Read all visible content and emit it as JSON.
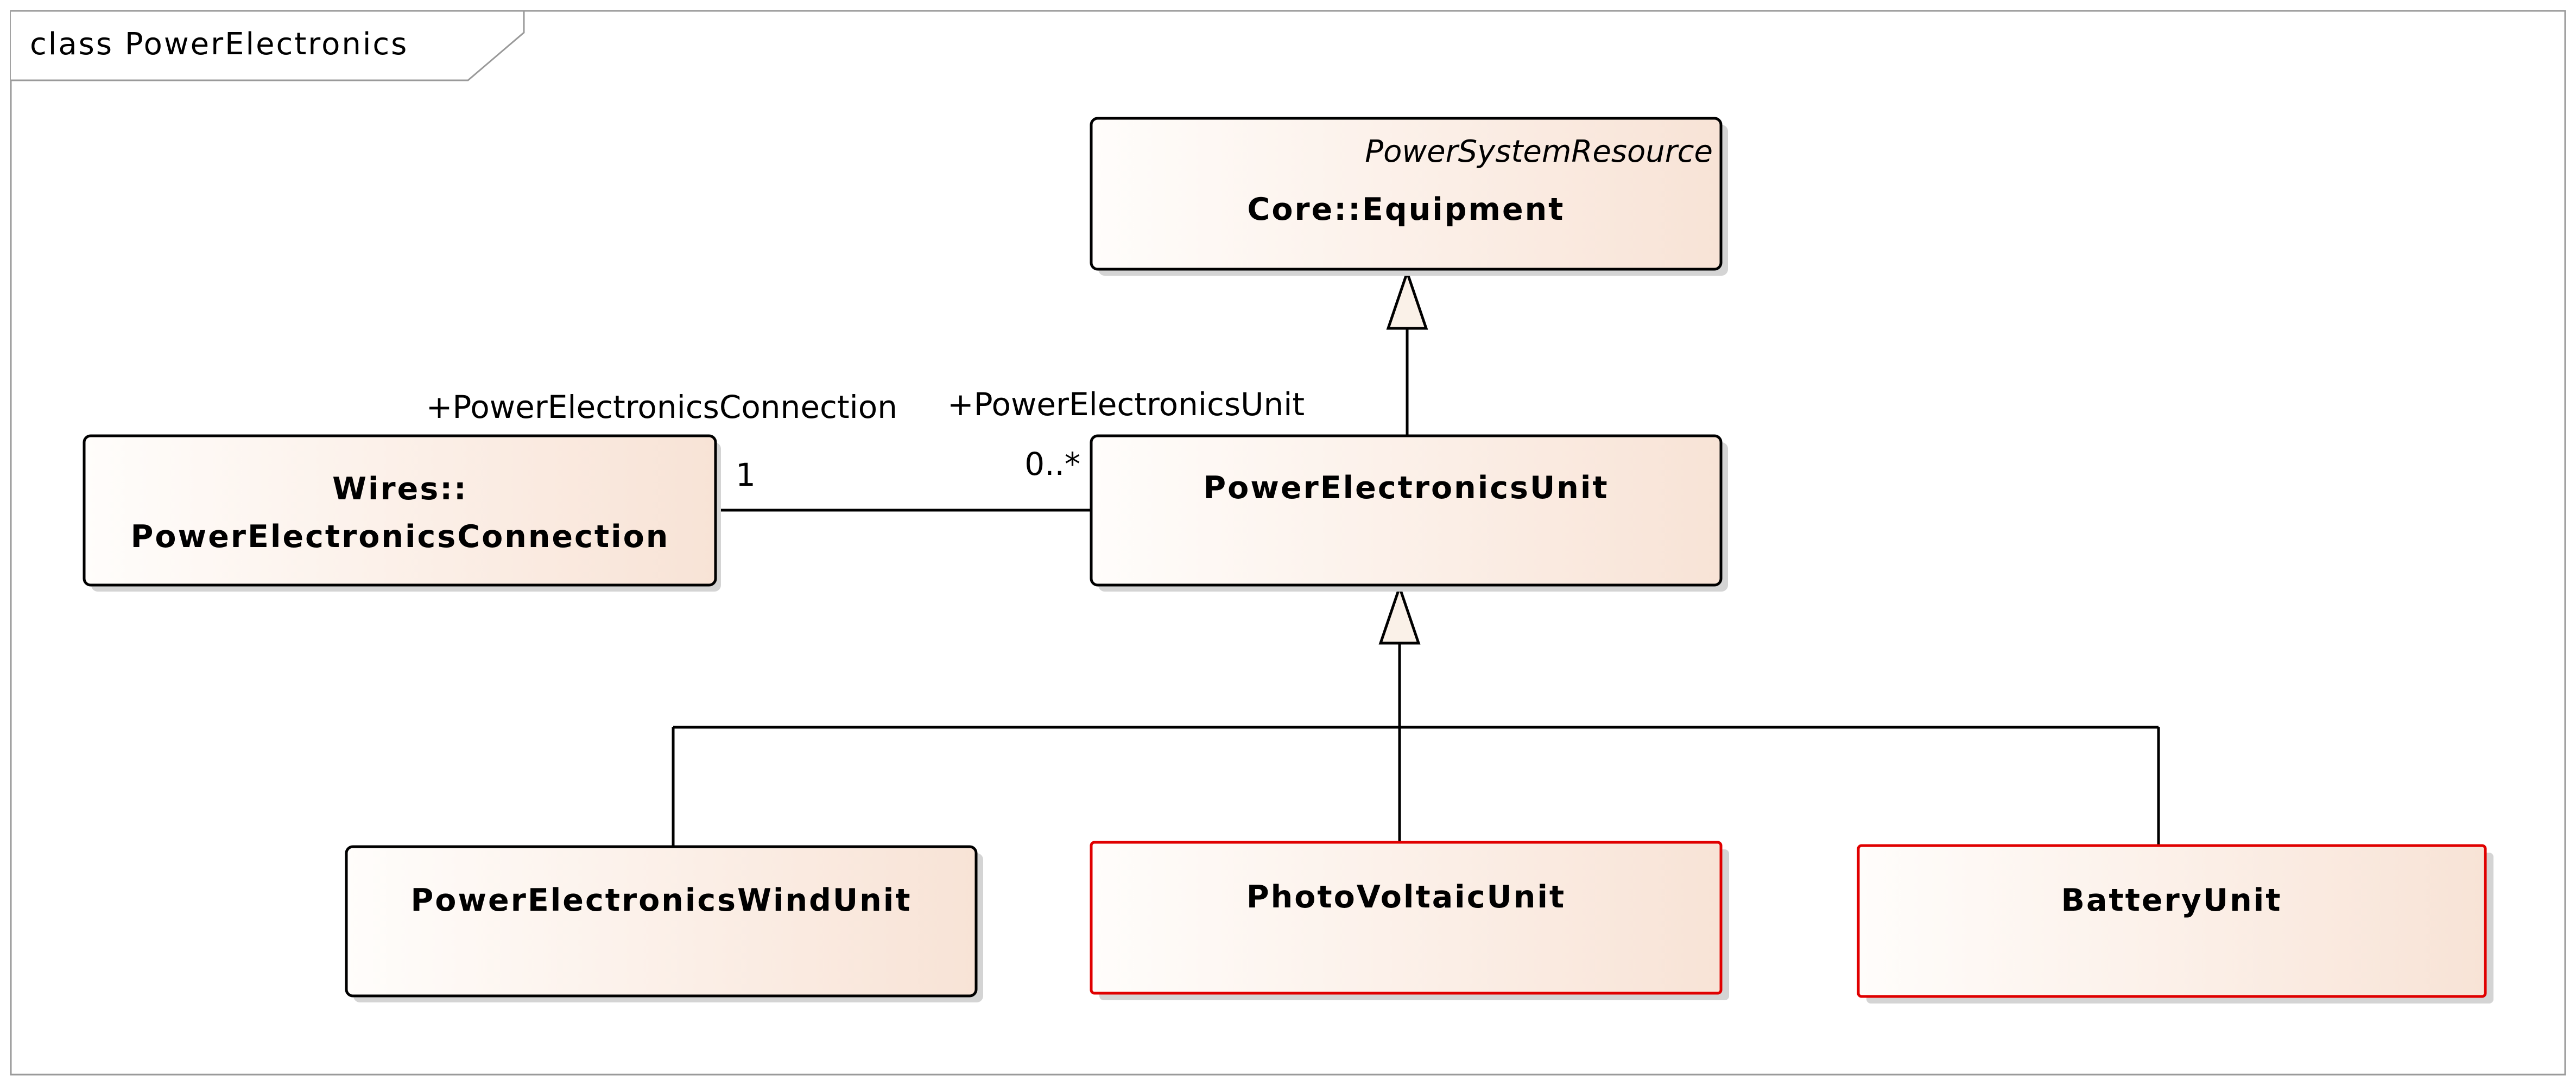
{
  "diagram": {
    "frame_title": "class PowerElectronics",
    "colors": {
      "box_border": "#000000",
      "selected_border": "#e00000",
      "box_fill_light": "#fffdfb",
      "box_fill_dark": "#f8e3d6",
      "shadow": "#d4d4d4",
      "generalization_head": "#faf1e8"
    },
    "classes": {
      "equipment": {
        "stereotype": "PowerSystemResource",
        "name": "Core::Equipment"
      },
      "power_electronics_unit": {
        "name": "PowerElectronicsUnit"
      },
      "power_electronics_connection": {
        "name_line1": "Wires::",
        "name_line2": "PowerElectronicsConnection"
      },
      "wind_unit": {
        "name": "PowerElectronicsWindUnit"
      },
      "photo_voltaic_unit": {
        "name": "PhotoVoltaicUnit",
        "highlighted": true
      },
      "battery_unit": {
        "name": "BatteryUnit",
        "highlighted": true
      }
    },
    "association": {
      "source_role": "+PowerElectronicsConnection",
      "source_multiplicity": "1",
      "target_role": "+PowerElectronicsUnit",
      "target_multiplicity": "0..*"
    }
  }
}
